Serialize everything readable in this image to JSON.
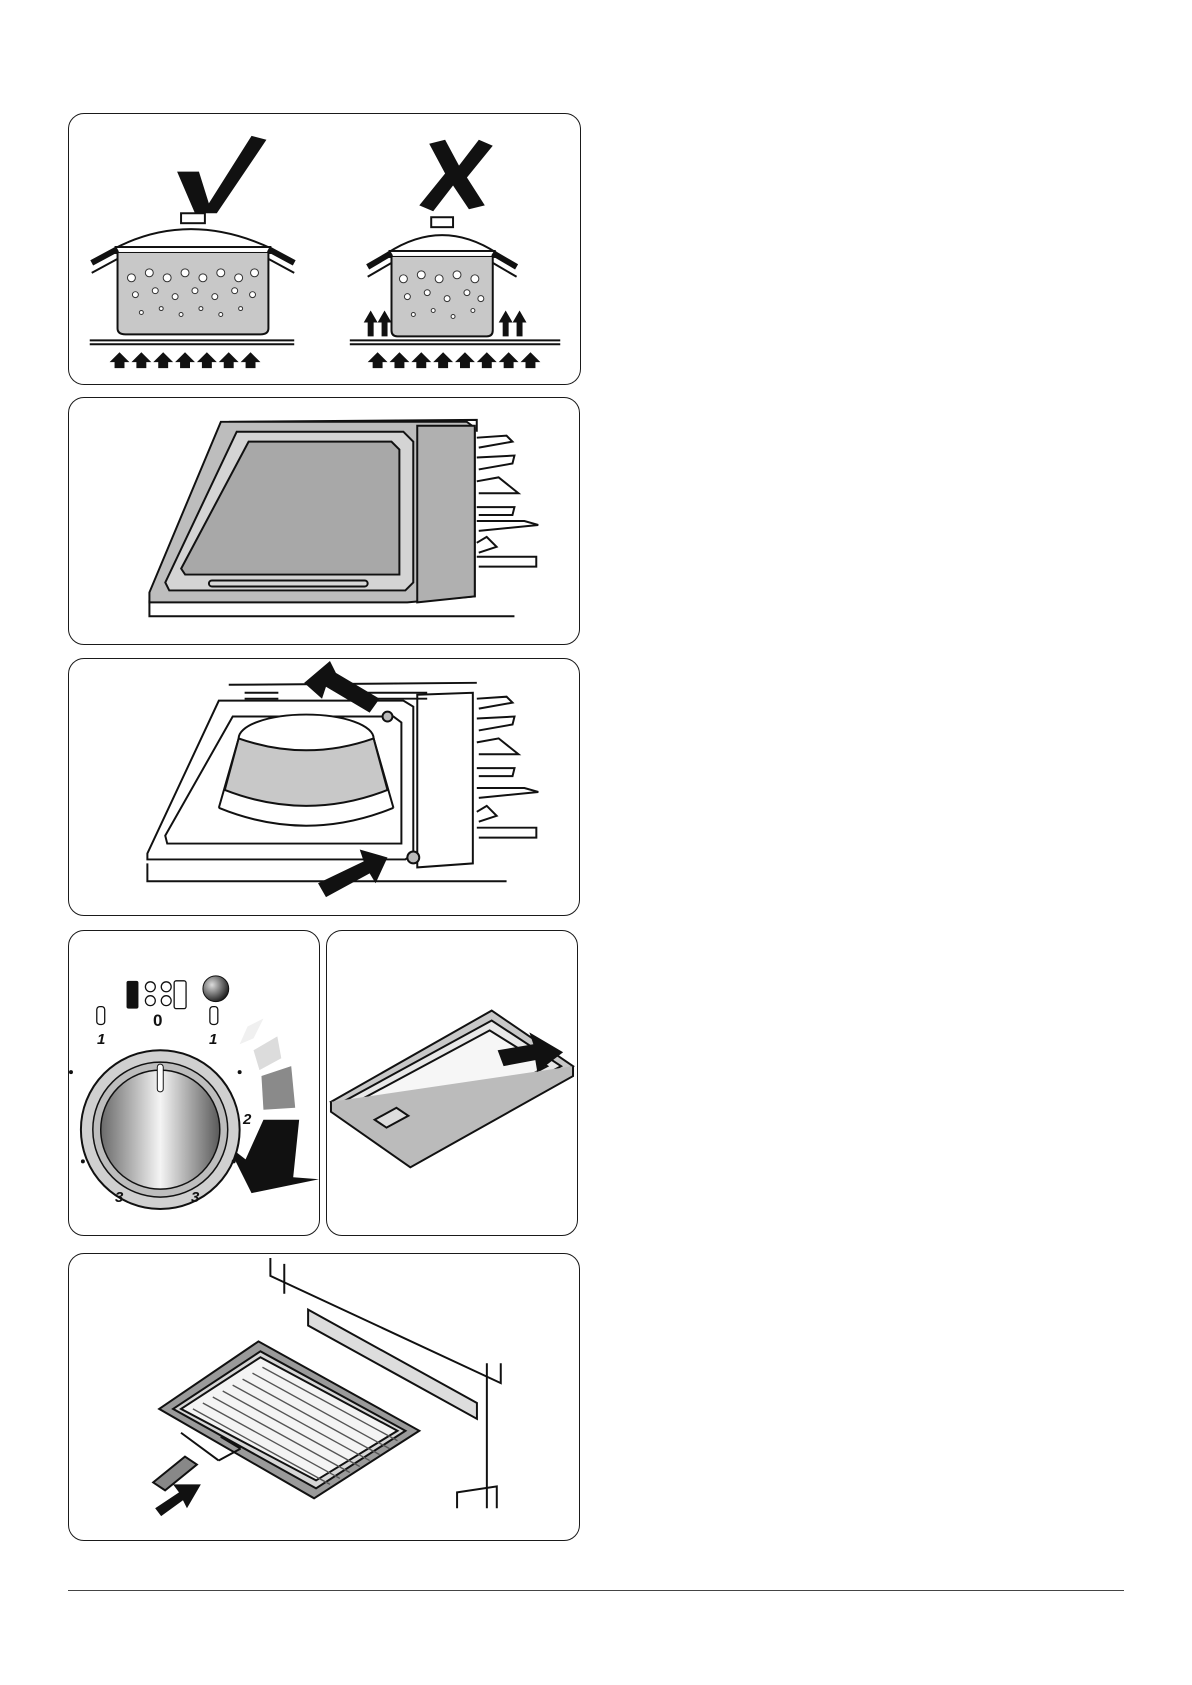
{
  "page": {
    "background": "#ffffff",
    "ink": "#1a1a1a",
    "panel_gray": "#a8a8a8"
  },
  "figures": [
    {
      "id": "pot-correct-vs-incorrect",
      "icons": [
        "check-mark-icon",
        "cross-mark-icon"
      ]
    },
    {
      "id": "griddle-plate-on-hob"
    },
    {
      "id": "wok-pan-on-hob-with-locating-pins",
      "icons": [
        "arrow-icon",
        "arrow-icon"
      ]
    },
    {
      "id": "control-knob",
      "labels": {
        "zero": "0",
        "left_one": "1",
        "right_one": "1",
        "two": "2",
        "left_three": "3",
        "right_three": "3"
      }
    },
    {
      "id": "griddle-tray",
      "icons": [
        "arrow-icon"
      ]
    },
    {
      "id": "grill-pan-drawer",
      "icons": [
        "arrow-icon"
      ]
    }
  ]
}
